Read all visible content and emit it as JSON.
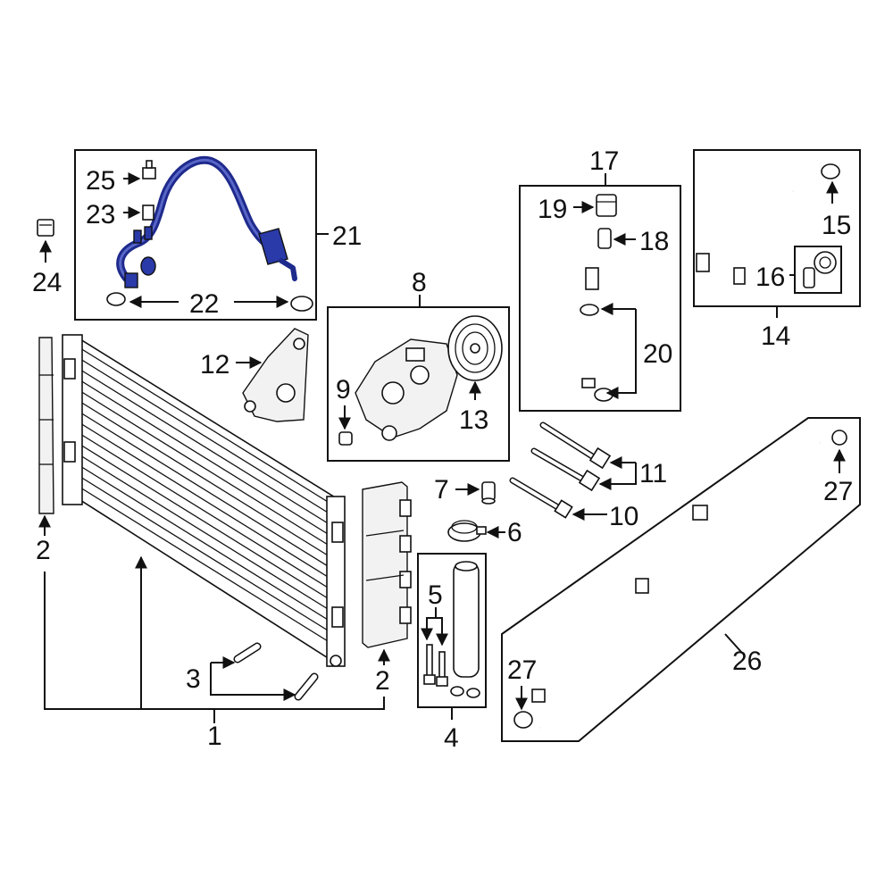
{
  "diagram": {
    "callouts": {
      "c1": "1",
      "c2a": "2",
      "c2b": "2",
      "c3": "3",
      "c4": "4",
      "c5": "5",
      "c6": "6",
      "c7": "7",
      "c8": "8",
      "c9": "9",
      "c10": "10",
      "c11": "11",
      "c12": "12",
      "c13": "13",
      "c14": "14",
      "c15": "15",
      "c16": "16",
      "c17": "17",
      "c18": "18",
      "c19": "19",
      "c20": "20",
      "c21": "21",
      "c22": "22",
      "c23": "23",
      "c24": "24",
      "c25": "25",
      "c26": "26",
      "c27a": "27",
      "c27b": "27"
    },
    "colors": {
      "highlight": "#2a3aa8",
      "line": "#111111"
    }
  }
}
